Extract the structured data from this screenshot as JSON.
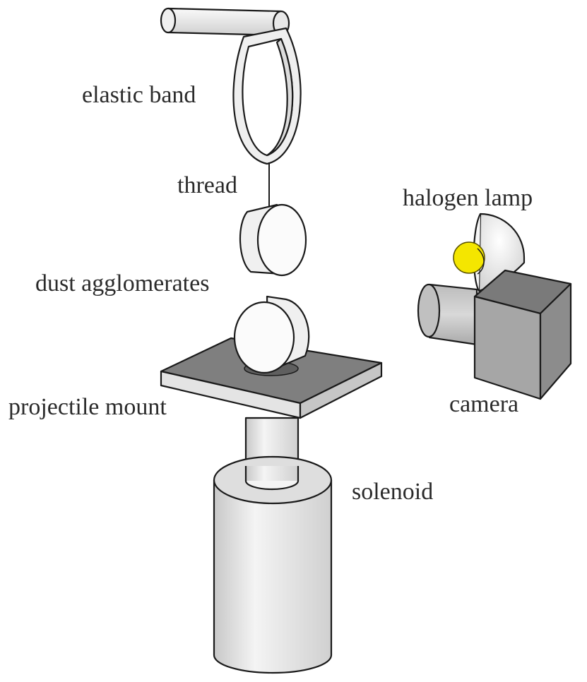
{
  "labels": {
    "elastic_band": "elastic band",
    "thread": "thread",
    "halogen_lamp": "halogen lamp",
    "dust_agglomerates": "dust agglomerates",
    "projectile_mount": "projectile mount",
    "camera": "camera",
    "solenoid": "solenoid"
  },
  "colors": {
    "background": "#ffffff",
    "light_surface": "#f2f2f2",
    "mid_surface": "#d6d6d6",
    "dark_surface": "#808080",
    "bulb": "#f2e600"
  }
}
